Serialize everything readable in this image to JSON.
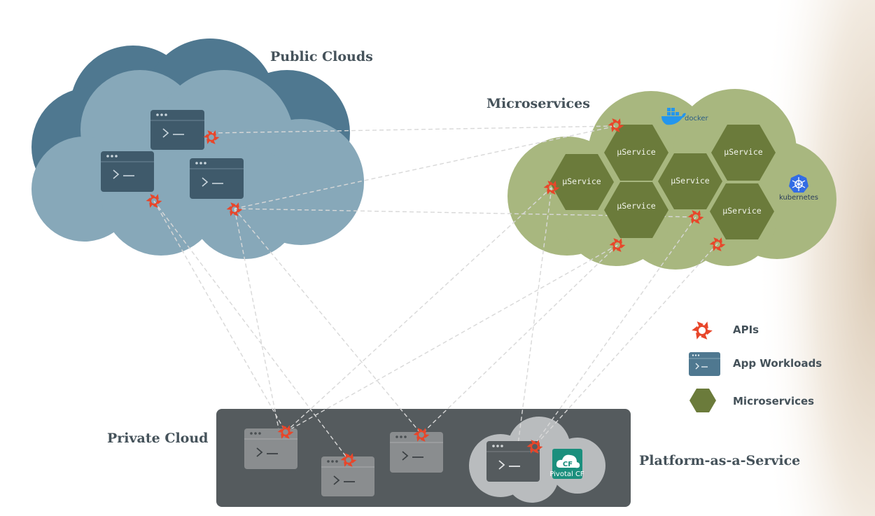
{
  "titles": {
    "public_clouds": "Public Clouds",
    "microservices": "Microservices",
    "private_cloud": "Private Cloud",
    "paas": "Platform-as-a-Service"
  },
  "microservice_label": "µService",
  "logos": {
    "docker": "docker",
    "kubernetes": "kubernetes",
    "pivotal_badge": "CF",
    "pivotal_text": "Pivotal CF"
  },
  "legend": {
    "apis": "APIs",
    "app_workloads": "App Workloads",
    "microservices": "Microservices"
  },
  "colors": {
    "public_cloud_back": "#4f7890",
    "public_cloud_front": "#87a8b9",
    "micro_cloud": "#a8b77f",
    "hexagon": "#6b7b3b",
    "private_panel": "#555b5e",
    "paas_cloud": "#b9bcbe",
    "api_star": "#e8462a",
    "workload_dark": "#3f5a6b",
    "workload_grey": "#8a8d8f",
    "pivotal": "#1b8f7d"
  },
  "icons": {
    "api": "api-star-icon",
    "workload": "terminal-window-icon",
    "microservice": "hexagon-icon",
    "docker": "docker-whale-icon",
    "kubernetes": "kubernetes-helm-icon"
  }
}
